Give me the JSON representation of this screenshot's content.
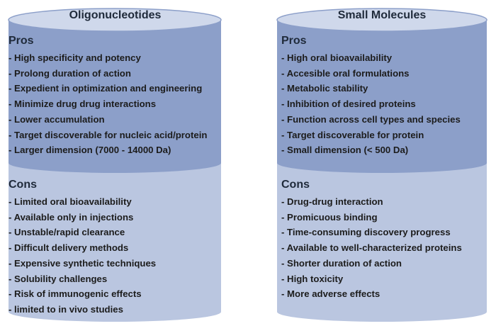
{
  "left": {
    "title": "Oligonucleotides",
    "pros_heading": "Pros",
    "pros": [
      "- High specificity and potency",
      "- Prolong duration of action",
      "- Expedient in optimization and engineering",
      "- Minimize drug drug interactions",
      "- Lower accumulation",
      "- Target discoverable for nucleic acid/protein",
      "- Larger dimension (7000 - 14000 Da)"
    ],
    "cons_heading": "Cons",
    "cons": [
      "- Limited oral bioavailability",
      "- Available only in injections",
      "- Unstable/rapid clearance",
      "- Difficult delivery methods",
      "- Expensive synthetic techniques",
      "- Solubility challenges",
      "- Risk of immunogenic effects",
      "- limited to in vivo studies"
    ]
  },
  "right": {
    "title": "Small Molecules",
    "pros_heading": "Pros",
    "pros": [
      "- High oral bioavailability",
      "- Accesible oral formulations",
      "- Metabolic stability",
      "- Inhibition of desired proteins",
      "- Function across cell types and species",
      "- Target discoverable for protein",
      "- Small dimension (< 500 Da)"
    ],
    "cons_heading": "Cons",
    "cons": [
      "- Drug-drug interaction",
      "- Promicuous binding",
      "- Time-consuming discovery progress",
      "- Available to well-characterized proteins",
      "- Shorter duration of action",
      "- High toxicity",
      "- More adverse effects"
    ]
  },
  "colors": {
    "pros_fill": "#8c9fc9",
    "cons_fill": "#bac6e0",
    "top_fill": "#cfd8eb",
    "outline": "#6d7fae"
  }
}
